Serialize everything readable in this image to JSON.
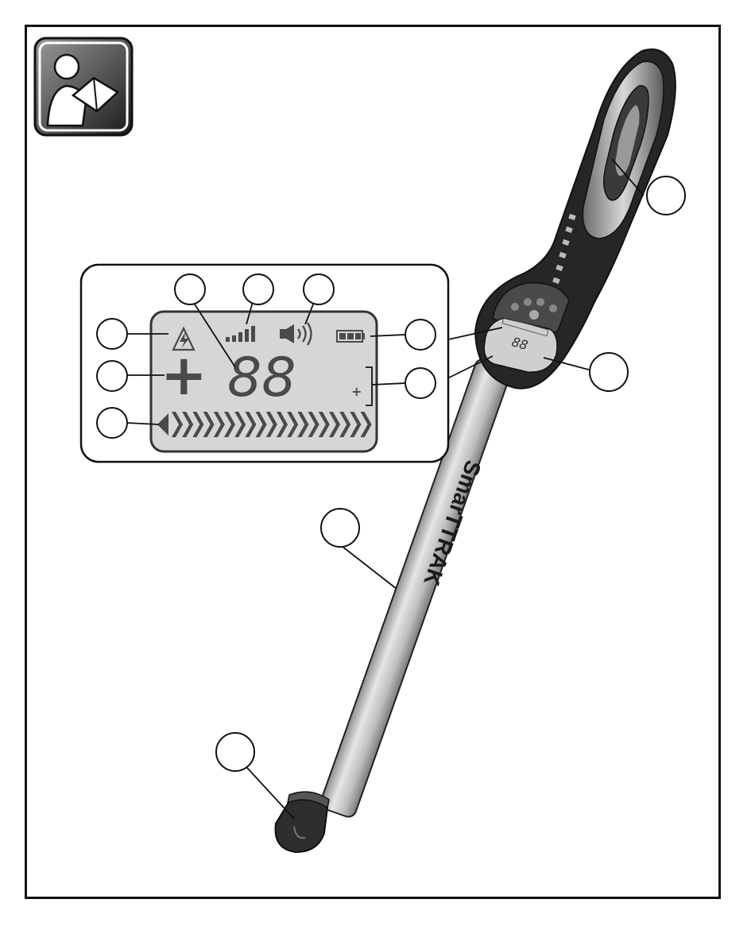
{
  "figure": {
    "brand_text": "SmarTTRAK",
    "display": {
      "digits": "88",
      "sign": "+",
      "small_sign": "+",
      "device_digits": "88"
    },
    "icons": {
      "manual": "read-manual-icon",
      "warning": "high-voltage-warning-icon",
      "signal": "signal-strength-icon",
      "speaker": "speaker-volume-icon",
      "battery": "battery-icon",
      "chevrons": "direction-chevron-bar-icon"
    },
    "colors": {
      "lcd_background": "#d6d6d6",
      "lcd_segment": "#4a4a4a",
      "wand_shaft": "#bdbdbd",
      "handle_dark": "#2a2a2a",
      "outline": "#111111"
    }
  }
}
